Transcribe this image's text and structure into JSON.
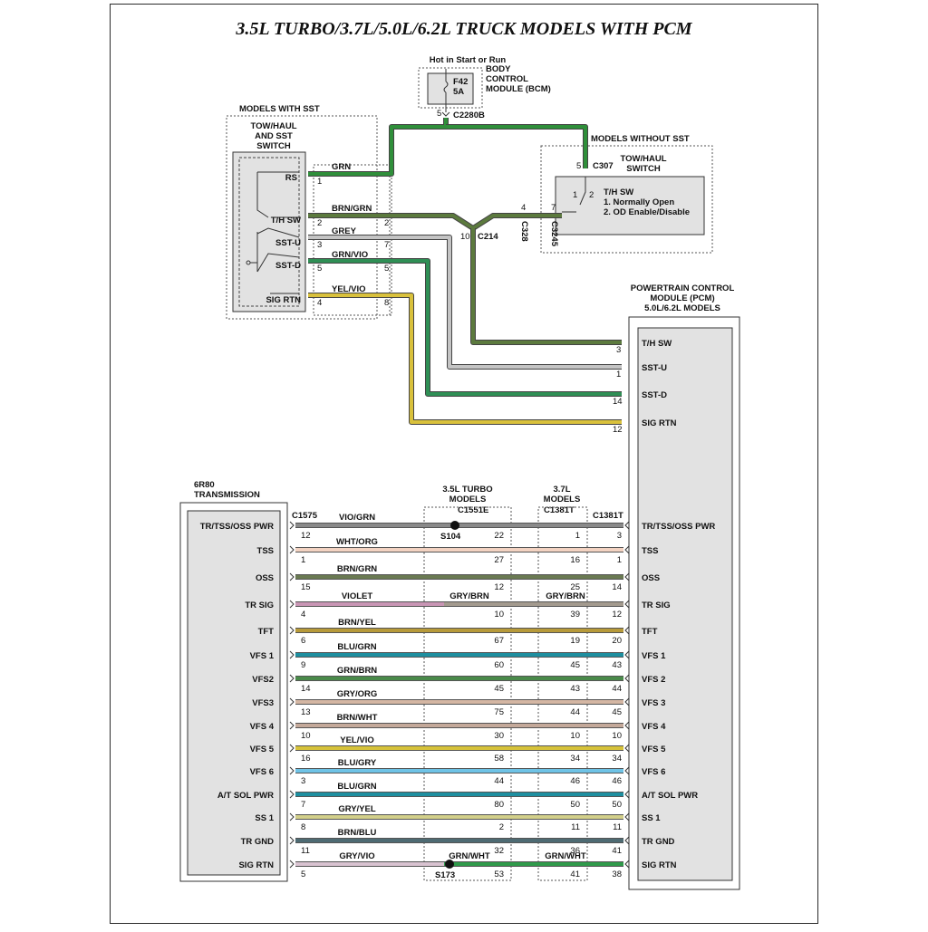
{
  "title": "3.5L TURBO/3.7L/5.0L/6.2L TRUCK MODELS WITH PCM",
  "top": {
    "bcm": {
      "hot_label": "Hot in Start or Run",
      "name_lines": [
        "BODY",
        "CONTROL",
        "MODULE (BCM)"
      ],
      "fuse": "F42",
      "amps": "5A",
      "pin": "5",
      "connector": "C2280B"
    },
    "sst_group": {
      "header": "MODELS WITH SST",
      "switch_lines": [
        "TOW/HAUL",
        "AND SST",
        "SWITCH"
      ],
      "pins": [
        {
          "label": "RS",
          "pin": "1",
          "wire": "GRN",
          "c214_pin": ""
        },
        {
          "label": "T/H SW",
          "pin": "2",
          "wire": "BRN/GRN",
          "c214_pin": "2"
        },
        {
          "label": "SST-U",
          "pin": "3",
          "wire": "GREY",
          "c214_pin": "7"
        },
        {
          "label": "SST-D",
          "pin": "5",
          "wire": "GRN/VIO",
          "c214_pin": "5"
        },
        {
          "label": "SIG RTN",
          "pin": "4",
          "wire": "YEL/VIO",
          "c214_pin": "8"
        }
      ],
      "c214_label": "C214",
      "c214_pin_th": "10"
    },
    "no_sst_group": {
      "header": "MODELS WITHOUT SST",
      "switch_lines": [
        "TOW/HAUL",
        "SWITCH"
      ],
      "c307_pin": "5",
      "c307": "C307",
      "c328_pin": "4",
      "c328": "C328",
      "c3245_pin": "7",
      "c3245": "C3245",
      "switch_pin_a": "1",
      "switch_pin_b": "2",
      "notes": [
        "T/H SW",
        "1. Normally Open",
        "2. OD Enable/Disable"
      ]
    },
    "pcm_upper": {
      "name_lines": [
        "POWERTRAIN CONTROL",
        "MODULE (PCM)",
        "5.0L/6.2L MODELS"
      ],
      "pins": [
        {
          "label": "T/H SW",
          "pin": "3"
        },
        {
          "label": "SST-U",
          "pin": "1"
        },
        {
          "label": "SST-D",
          "pin": "14"
        },
        {
          "label": "SIG RTN",
          "pin": "12"
        }
      ]
    }
  },
  "bottom": {
    "trans_lines": [
      "6R80",
      "TRANSMISSION"
    ],
    "c1575": "C1575",
    "turbo_lines": [
      "3.5L TURBO",
      "MODELS"
    ],
    "turbo_conn": "C1551E",
    "l37_lines": [
      "3.7L",
      "MODELS"
    ],
    "l37_conn": "C1381T",
    "pcm_conn": "C1381T",
    "s104": "S104",
    "s173": "S173",
    "rows": [
      {
        "left": "TR/TSS/OSS PWR",
        "tpin": "12",
        "wire": "VIO/GRN",
        "wire_mid": "",
        "wire_right": "",
        "turbo": "22",
        "l37": "1",
        "ppin": "3",
        "right": "TR/TSS/OSS PWR",
        "color": "#8a8a8a",
        "color_right": "#8a8a8a"
      },
      {
        "left": "TSS",
        "tpin": "1",
        "wire": "WHT/ORG",
        "wire_mid": "",
        "wire_right": "",
        "turbo": "27",
        "l37": "16",
        "ppin": "1",
        "right": "TSS",
        "color": "#f3d3c2",
        "color_right": "#f3d3c2"
      },
      {
        "left": "OSS",
        "tpin": "15",
        "wire": "BRN/GRN",
        "wire_mid": "",
        "wire_right": "",
        "turbo": "12",
        "l37": "25",
        "ppin": "14",
        "right": "OSS",
        "color": "#6a7a52",
        "color_right": "#6a7a52"
      },
      {
        "left": "TR SIG",
        "tpin": "4",
        "wire": "VIOLET",
        "wire_mid": "GRY/BRN",
        "wire_right": "GRY/BRN",
        "turbo": "10",
        "l37": "39",
        "ppin": "12",
        "right": "TR SIG",
        "color": "#c895b4",
        "color_right": "#a39a8e"
      },
      {
        "left": "TFT",
        "tpin": "6",
        "wire": "BRN/YEL",
        "wire_mid": "",
        "wire_right": "",
        "turbo": "67",
        "l37": "19",
        "ppin": "20",
        "right": "TFT",
        "color": "#b79a3a",
        "color_right": "#b79a3a"
      },
      {
        "left": "VFS 1",
        "tpin": "9",
        "wire": "BLU/GRN",
        "wire_mid": "",
        "wire_right": "",
        "turbo": "60",
        "l37": "45",
        "ppin": "43",
        "right": "VFS 1",
        "color": "#1e8fa0",
        "color_right": "#1e8fa0"
      },
      {
        "left": "VFS2",
        "tpin": "14",
        "wire": "GRN/BRN",
        "wire_mid": "",
        "wire_right": "",
        "turbo": "45",
        "l37": "43",
        "ppin": "44",
        "right": "VFS 2",
        "color": "#4a8a4a",
        "color_right": "#4a8a4a"
      },
      {
        "left": "VFS3",
        "tpin": "13",
        "wire": "GRY/ORG",
        "wire_mid": "",
        "wire_right": "",
        "turbo": "75",
        "l37": "44",
        "ppin": "45",
        "right": "VFS 3",
        "color": "#d4b6a3",
        "color_right": "#d4b6a3"
      },
      {
        "left": "VFS 4",
        "tpin": "10",
        "wire": "BRN/WHT",
        "wire_mid": "",
        "wire_right": "",
        "turbo": "30",
        "l37": "10",
        "ppin": "10",
        "right": "VFS 4",
        "color": "#c4a99a",
        "color_right": "#c4a99a"
      },
      {
        "left": "VFS 5",
        "tpin": "16",
        "wire": "YEL/VIO",
        "wire_mid": "",
        "wire_right": "",
        "turbo": "58",
        "l37": "34",
        "ppin": "34",
        "right": "VFS 5",
        "color": "#d6c23a",
        "color_right": "#d6c23a"
      },
      {
        "left": "VFS 6",
        "tpin": "3",
        "wire": "BLU/GRY",
        "wire_mid": "",
        "wire_right": "",
        "turbo": "44",
        "l37": "46",
        "ppin": "46",
        "right": "VFS 6",
        "color": "#6fc3e6",
        "color_right": "#6fc3e6"
      },
      {
        "left": "A/T SOL PWR",
        "tpin": "7",
        "wire": "BLU/GRN",
        "wire_mid": "",
        "wire_right": "",
        "turbo": "80",
        "l37": "50",
        "ppin": "50",
        "right": "A/T SOL PWR",
        "color": "#1e8fa0",
        "color_right": "#1e8fa0"
      },
      {
        "left": "SS 1",
        "tpin": "8",
        "wire": "GRY/YEL",
        "wire_mid": "",
        "wire_right": "",
        "turbo": "2",
        "l37": "11",
        "ppin": "11",
        "right": "SS 1",
        "color": "#d2cf8a",
        "color_right": "#d2cf8a"
      },
      {
        "left": "TR GND",
        "tpin": "11",
        "wire": "BRN/BLU",
        "wire_mid": "",
        "wire_right": "",
        "turbo": "32",
        "l37": "36",
        "ppin": "41",
        "right": "TR GND",
        "color": "#4e6b73",
        "color_right": "#4e6b73"
      },
      {
        "left": "SIG RTN",
        "tpin": "5",
        "wire": "GRY/VIO",
        "wire_mid": "GRN/WHT",
        "wire_right": "GRN/WHT",
        "turbo": "53",
        "l37": "41",
        "ppin": "38",
        "right": "SIG RTN",
        "color": "#d8c2d0",
        "color_right": "#2f9a4a"
      }
    ]
  },
  "colors": {
    "grn": "#2f8f3a",
    "brn_grn": "#5c7a3e",
    "grey": "#b5b5b5",
    "grn_vio": "#2f8f55",
    "yel_vio": "#d9c13c"
  }
}
